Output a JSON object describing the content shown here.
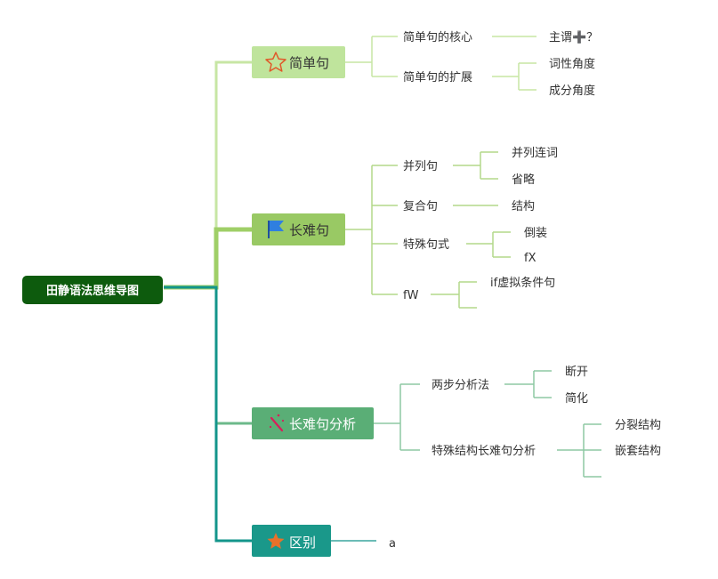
{
  "root": {
    "label": "田静语法思维导图"
  },
  "colors": {
    "root_fill": "#0d5b0d",
    "b1_fill": "#bfe49c",
    "b1_line": "#c7e6a4",
    "b2_fill": "#99c964",
    "b2_line": "#9fcf67",
    "b3_fill": "#5aae76",
    "b3_line": "#6cb98a",
    "b4_fill": "#1a988a",
    "b4_line": "#13958b"
  },
  "branches": [
    {
      "label": "简单句",
      "icon": "star-outline-icon",
      "children": [
        {
          "label": "简单句的核心",
          "children": [
            {
              "label": "主谓➕？"
            }
          ]
        },
        {
          "label": "简单句的扩展",
          "children": [
            {
              "label": "词性角度"
            },
            {
              "label": "成分角度"
            }
          ]
        }
      ]
    },
    {
      "label": "长难句",
      "icon": "flag-icon",
      "children": [
        {
          "label": "并列句",
          "children": [
            {
              "label": "并列连词"
            },
            {
              "label": "省略"
            }
          ]
        },
        {
          "label": "复合句",
          "children": [
            {
              "label": "结构"
            }
          ]
        },
        {
          "label": "特殊句式",
          "children": [
            {
              "label": "倒装"
            },
            {
              "label": "fX"
            }
          ]
        },
        {
          "label": "fW",
          "children": [
            {
              "label": "if虚拟条件句"
            },
            {
              "label": ""
            }
          ]
        }
      ]
    },
    {
      "label": "长难句分析",
      "icon": "magic-wand-icon",
      "children": [
        {
          "label": "两步分析法",
          "children": [
            {
              "label": "断开"
            },
            {
              "label": "简化"
            }
          ]
        },
        {
          "label": "特殊结构长难句分析",
          "children": [
            {
              "label": "分裂结构"
            },
            {
              "label": "嵌套结构"
            },
            {
              "label": ""
            }
          ]
        }
      ]
    },
    {
      "label": "区别",
      "icon": "star-filled-icon",
      "children": [
        {
          "label": "a"
        }
      ]
    }
  ]
}
